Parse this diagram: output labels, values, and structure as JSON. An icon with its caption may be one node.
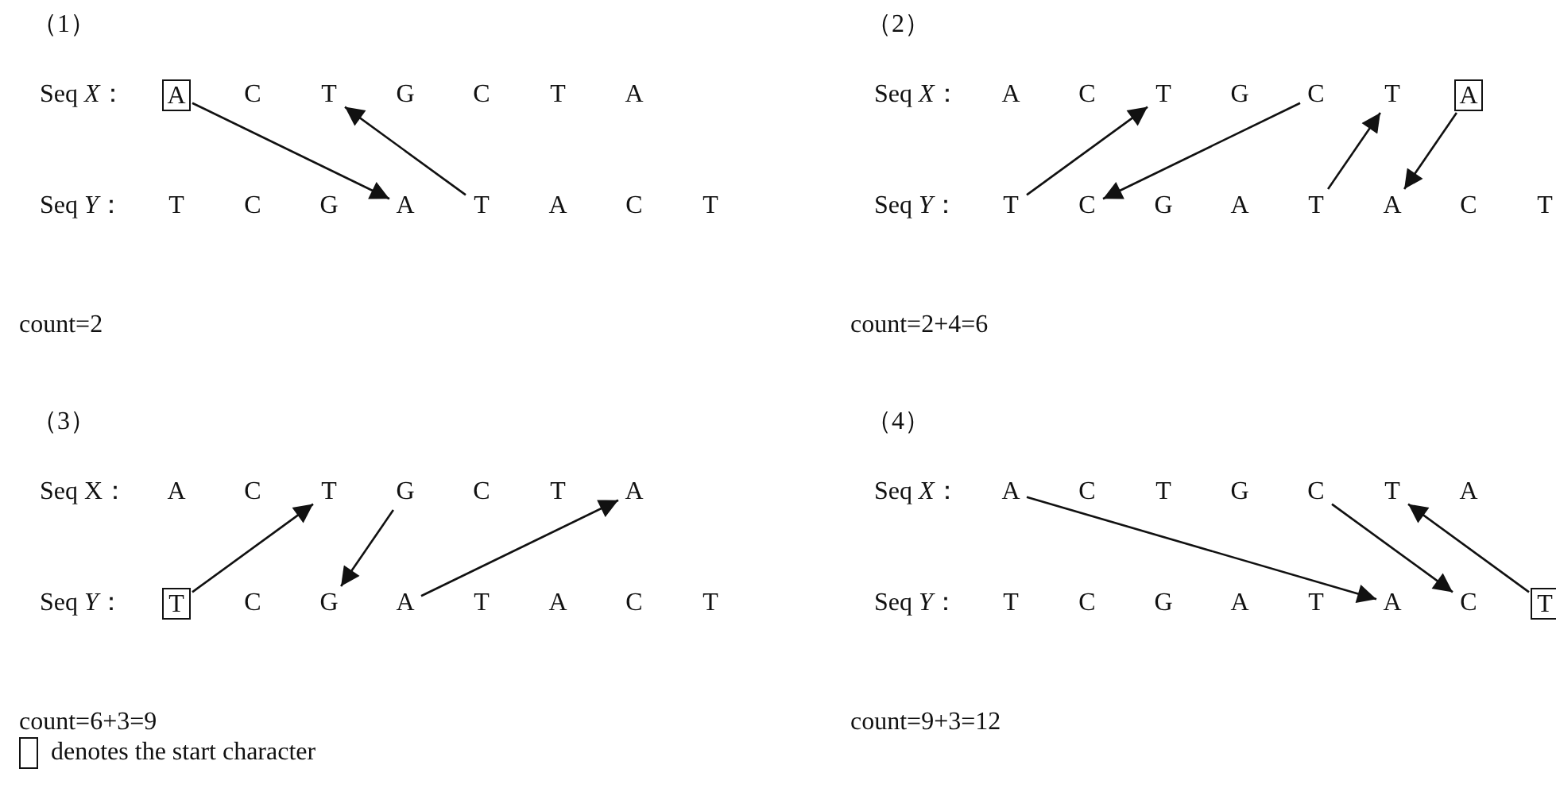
{
  "diagram": {
    "nodes": [
      {
        "text": [
          "A"
        ]
      },
      {
        "text": [
          "C"
        ]
      },
      {
        "text": [
          "T"
        ]
      },
      {
        "text": [
          "G"
        ]
      },
      {
        "text": [
          "C"
        ]
      },
      {
        "text": [
          "T"
        ]
      },
      {
        "text": [
          "A"
        ]
      },
      {
        "text": [
          "T"
        ]
      },
      {
        "text": [
          "C"
        ]
      },
      {
        "text": [
          "G"
        ]
      },
      {
        "text": [
          "A"
        ]
      },
      {
        "text": [
          "T"
        ]
      },
      {
        "text": [
          "A"
        ]
      },
      {
        "text": [
          "C"
        ]
      },
      {
        "text": [
          "T"
        ]
      },
      {
        "text": [
          "A"
        ]
      },
      {
        "text": [
          "C"
        ]
      },
      {
        "text": [
          "T"
        ]
      },
      {
        "text": [
          "G"
        ]
      },
      {
        "text": [
          "C"
        ]
      },
      {
        "text": [
          "T"
        ]
      },
      {
        "text": [
          "A"
        ]
      },
      {
        "text": [
          "T"
        ]
      },
      {
        "text": [
          "C"
        ]
      },
      {
        "text": [
          "G"
        ]
      },
      {
        "text": [
          "A"
        ]
      },
      {
        "text": [
          "T"
        ]
      },
      {
        "text": [
          "A"
        ]
      },
      {
        "text": [
          "C"
        ]
      },
      {
        "text": [
          "T"
        ]
      },
      {
        "text": [
          "A"
        ]
      },
      {
        "text": [
          "C"
        ]
      },
      {
        "text": [
          "T"
        ]
      },
      {
        "text": [
          "G"
        ]
      },
      {
        "text": [
          "C"
        ]
      },
      {
        "text": [
          "T"
        ]
      },
      {
        "text": [
          "A"
        ]
      },
      {
        "text": [
          "T"
        ]
      },
      {
        "text": [
          "C"
        ]
      },
      {
        "text": [
          "G"
        ]
      },
      {
        "text": [
          "A"
        ]
      },
      {
        "text": [
          "T"
        ]
      },
      {
        "text": [
          "A"
        ]
      },
      {
        "text": [
          "C"
        ]
      },
      {
        "text": [
          "T"
        ]
      },
      {
        "text": [
          "A"
        ]
      },
      {
        "text": [
          "C"
        ]
      },
      {
        "text": [
          "T"
        ]
      },
      {
        "text": [
          "G"
        ]
      },
      {
        "text": [
          "C"
        ]
      },
      {
        "text": [
          "T"
        ]
      },
      {
        "text": [
          "A"
        ]
      },
      {
        "text": [
          "T"
        ]
      },
      {
        "text": [
          "C"
        ]
      },
      {
        "text": [
          "G"
        ]
      },
      {
        "text": [
          "A"
        ]
      },
      {
        "text": [
          "T"
        ]
      },
      {
        "text": [
          "A"
        ]
      },
      {
        "text": [
          "C"
        ]
      },
      {
        "text": [
          "T"
        ]
      }
    ],
    "edges": [
      {
        "from": 0,
        "to": 10,
        "arrow": "to"
      },
      {
        "from": 11,
        "to": 2,
        "arrow": "to"
      },
      {
        "from": 22,
        "to": 17,
        "arrow": "to"
      },
      {
        "from": 19,
        "to": 23,
        "arrow": "to"
      },
      {
        "from": 26,
        "to": 20,
        "arrow": "to"
      },
      {
        "from": 21,
        "to": 27,
        "arrow": "to"
      },
      {
        "from": 37,
        "to": 32,
        "arrow": "to"
      },
      {
        "from": 33,
        "to": 39,
        "arrow": "to"
      },
      {
        "from": 40,
        "to": 36,
        "arrow": "to"
      },
      {
        "from": 45,
        "to": 57,
        "arrow": "to"
      },
      {
        "from": 49,
        "to": 58,
        "arrow": "to"
      },
      {
        "from": 59,
        "to": 50,
        "arrow": "to"
      }
    ],
    "labels": [
      "（1）",
      "（2）",
      "Seq *X*：",
      "Seq *X*：",
      "Seq *Y*：",
      "Seq *Y*：",
      "count=2",
      "count=2+4=6",
      "（3）",
      "（4）",
      "Seq X：",
      "Seq *X*：",
      "Seq *Y*：",
      "Seq *Y*：",
      "count=6+3=9",
      "count=9+3=12"
    ],
    "legend": [
      {
        "text": "denotes the start character"
      }
    ]
  }
}
